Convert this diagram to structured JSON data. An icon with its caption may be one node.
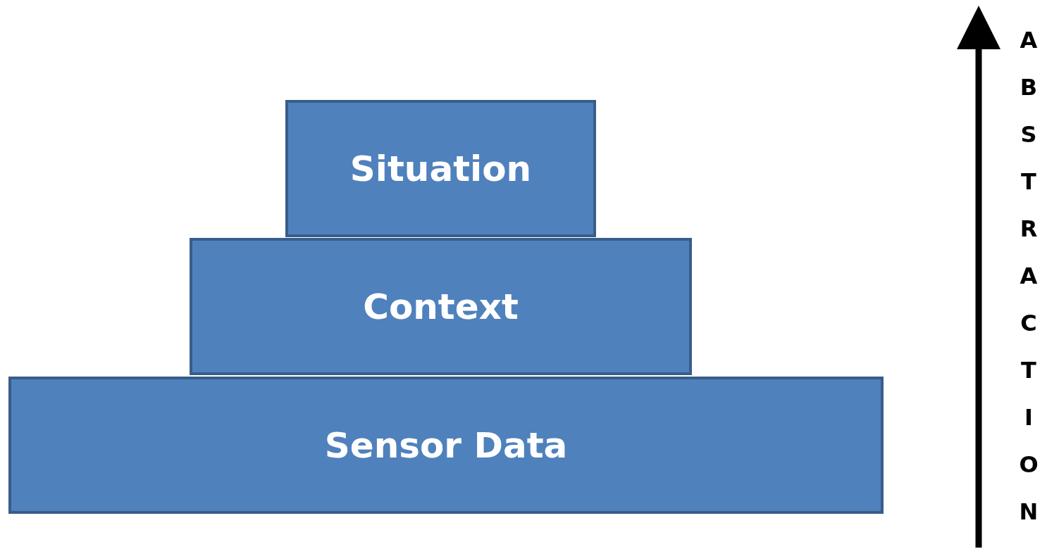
{
  "diagram": {
    "nodes": [
      {
        "text": [
          "Situation"
        ]
      },
      {
        "text": [
          "Context"
        ]
      },
      {
        "text": [
          "Sensor Data"
        ]
      }
    ],
    "labels": [
      "ABSTRACTION"
    ]
  }
}
